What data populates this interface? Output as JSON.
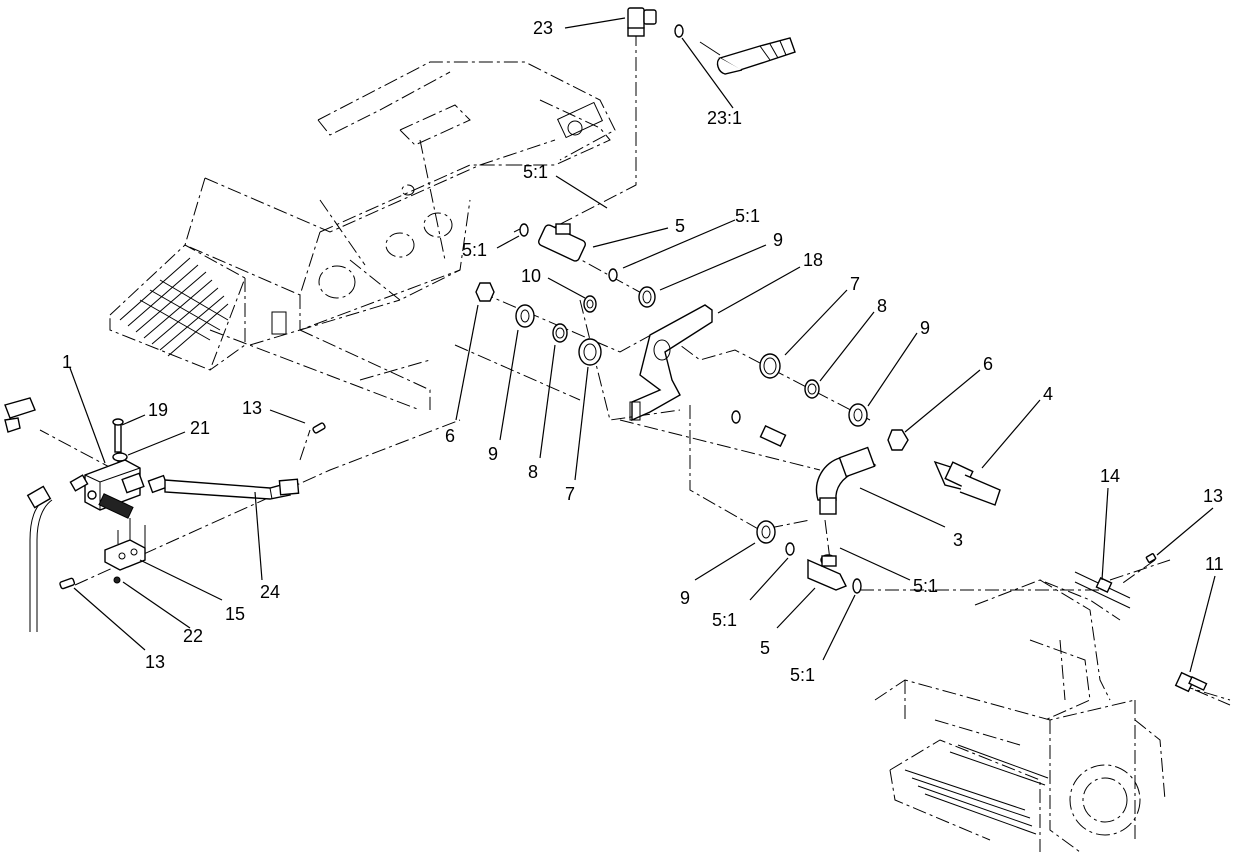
{
  "callouts": {
    "c23": "23",
    "c23_1": "23:1",
    "c5_1_a": "5:1",
    "c5_1_b": "5:1",
    "c5_a": "5",
    "c5_1_c": "5:1",
    "c9_a": "9",
    "c10": "10",
    "c18": "18",
    "c7_a": "7",
    "c8_a": "8",
    "c9_b": "9",
    "c6_a": "6",
    "c4": "4",
    "c1": "1",
    "c19": "19",
    "c21": "21",
    "c13_a": "13",
    "c6_b": "6",
    "c9_c": "9",
    "c8_b": "8",
    "c7_b": "7",
    "c3": "3",
    "c14": "14",
    "c13_b": "13",
    "c11": "11",
    "c24": "24",
    "c15": "15",
    "c22": "22",
    "c13_c": "13",
    "c9_d": "9",
    "c5_1_d": "5:1",
    "c5_b": "5",
    "c5_1_e": "5:1",
    "c5_1_f": "5:1"
  }
}
